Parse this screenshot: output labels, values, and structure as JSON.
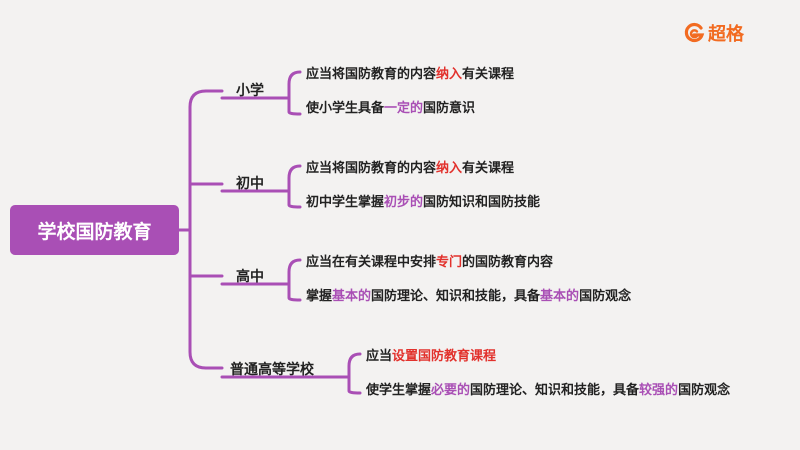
{
  "brand": {
    "name": "超格",
    "logo_icon": "g-logo-icon",
    "color": "#f26b21"
  },
  "colors": {
    "branch": "#a94fb5",
    "highlight_red": "#e2312c",
    "highlight_purple": "#a94fb5"
  },
  "root": "学校国防教育",
  "branches": [
    {
      "label": "小学",
      "items": [
        [
          {
            "t": "应当将国防教育的内容"
          },
          {
            "t": "纳入",
            "c": "red"
          },
          {
            "t": "有关课程"
          }
        ],
        [
          {
            "t": "使小学生具备"
          },
          {
            "t": "一定的",
            "c": "purple"
          },
          {
            "t": "国防意识"
          }
        ]
      ]
    },
    {
      "label": "初中",
      "items": [
        [
          {
            "t": "应当将国防教育的内容"
          },
          {
            "t": "纳入",
            "c": "red"
          },
          {
            "t": "有关课程"
          }
        ],
        [
          {
            "t": "初中学生掌握"
          },
          {
            "t": "初步的",
            "c": "purple"
          },
          {
            "t": "国防知识和国防技能"
          }
        ]
      ]
    },
    {
      "label": "高中",
      "items": [
        [
          {
            "t": "应当在有关课程中安排"
          },
          {
            "t": "专门",
            "c": "red"
          },
          {
            "t": "的国防教育内容"
          }
        ],
        [
          {
            "t": "掌握"
          },
          {
            "t": "基本的",
            "c": "purple"
          },
          {
            "t": "国防理论、知识和技能，具备"
          },
          {
            "t": "基本的",
            "c": "purple"
          },
          {
            "t": "国防观念"
          }
        ]
      ]
    },
    {
      "label": "普通高等学校",
      "items": [
        [
          {
            "t": "应当"
          },
          {
            "t": "设置国防教育课程",
            "c": "red"
          }
        ],
        [
          {
            "t": "使学生掌握"
          },
          {
            "t": "必要的",
            "c": "purple"
          },
          {
            "t": "国防理论、知识和技能，具备"
          },
          {
            "t": "较强的",
            "c": "purple"
          },
          {
            "t": "国防观念"
          }
        ]
      ]
    }
  ]
}
